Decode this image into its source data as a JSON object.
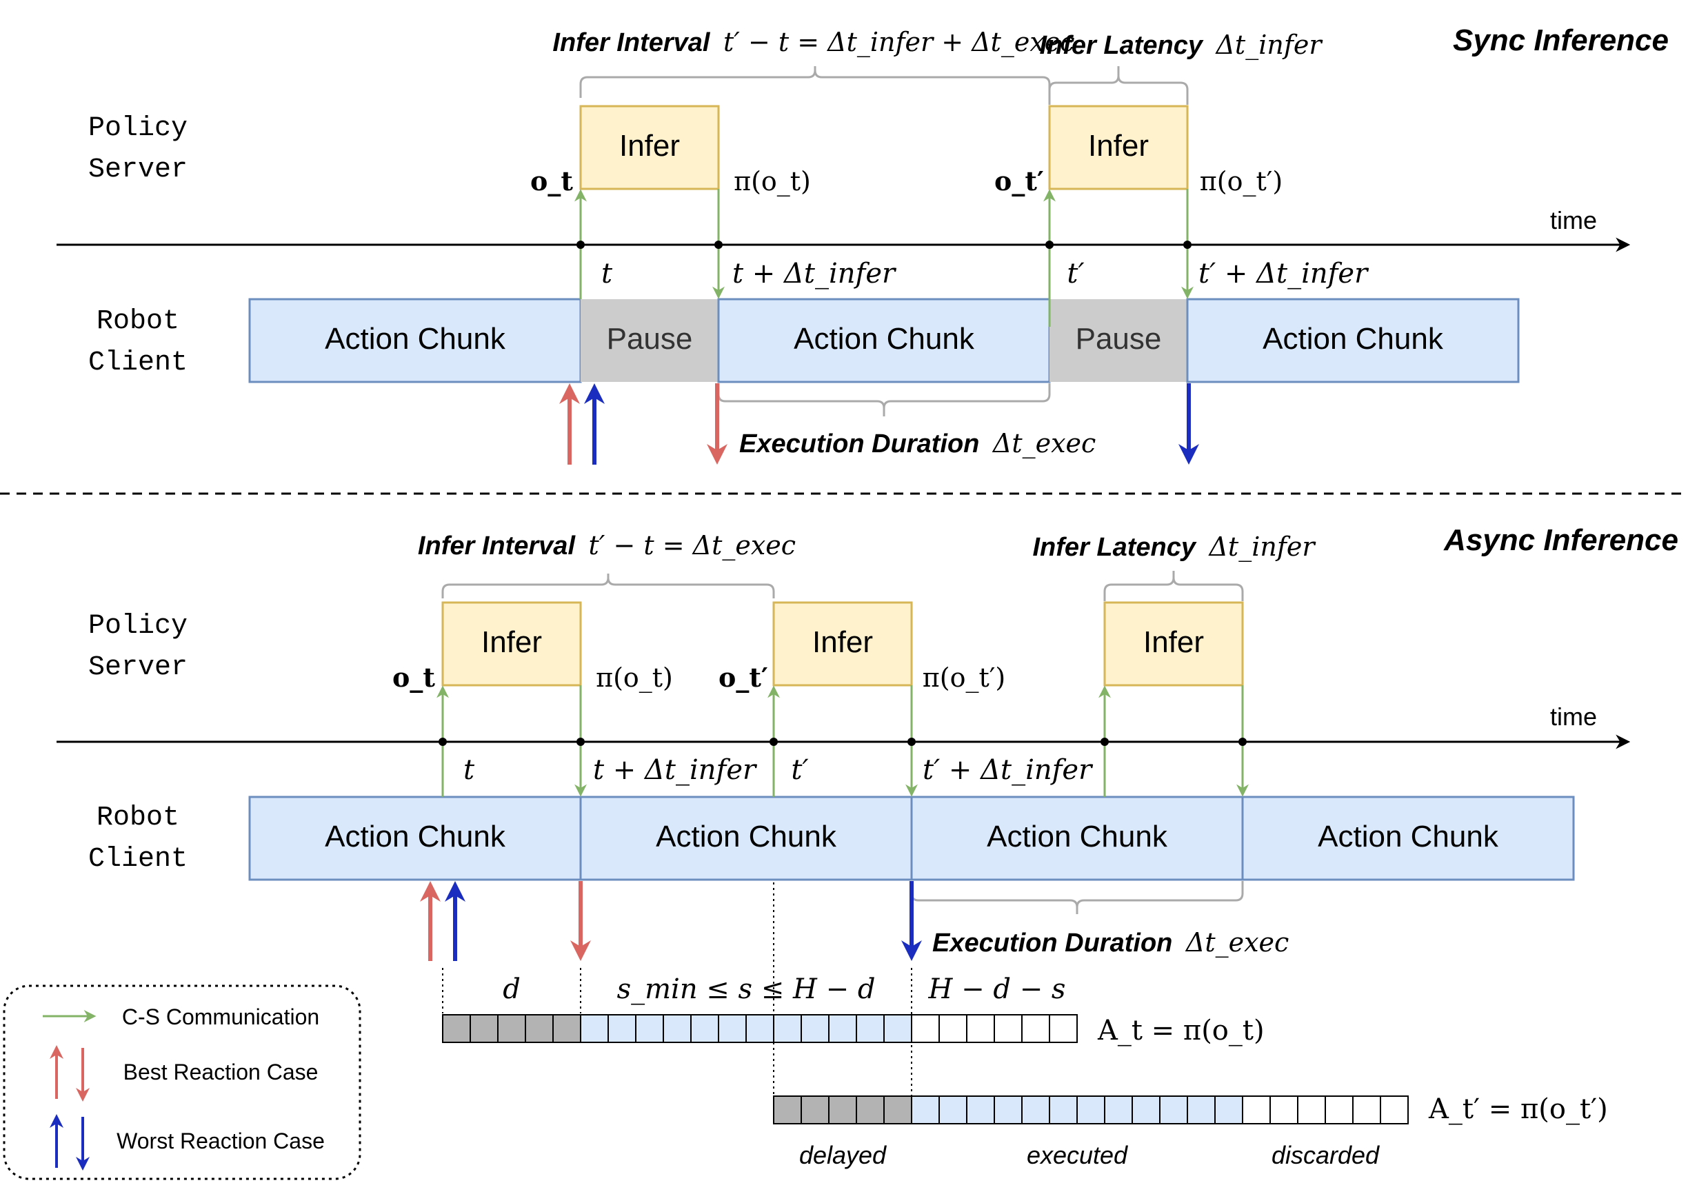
{
  "colors": {
    "action_fill": "#dae8fc",
    "action_stroke": "#6c8ebf",
    "infer_fill": "#fff2cc",
    "infer_stroke": "#d6b656",
    "pause_fill": "#cccccc",
    "comm_green": "#82b366",
    "best_red": "#d96660",
    "worst_blue": "#1a2dbf",
    "brace_gray": "#aaaaaa",
    "cell_gray": "#b3b3b3"
  },
  "sync": {
    "title": "Sync Inference",
    "server_label": [
      "Policy",
      "Server"
    ],
    "client_label": [
      "Robot",
      "Client"
    ],
    "time_label": "time",
    "infer_box_label": "Infer",
    "action_chunk_label": "Action Chunk",
    "pause_label": "Pause",
    "interval_title": "Infer Interval",
    "interval_math": "t′ − t = Δt_infer + Δt_exec",
    "latency_title": "Infer Latency",
    "latency_math": "Δt_infer",
    "exec_title": "Execution Duration",
    "exec_math": "Δt_exec",
    "obs_1": "o_t",
    "pi_1": "π(o_t)",
    "obs_2": "o_t′",
    "pi_2": "π(o_t′)",
    "tick_1": "t",
    "tick_2": "t + Δt_infer",
    "tick_3": "t′",
    "tick_4": "t′ + Δt_infer"
  },
  "async": {
    "title": "Async Inference",
    "server_label": [
      "Policy",
      "Server"
    ],
    "client_label": [
      "Robot",
      "Client"
    ],
    "time_label": "time",
    "infer_box_label": "Infer",
    "action_chunk_label": "Action Chunk",
    "interval_title": "Infer Interval",
    "interval_math": "t′ − t = Δt_exec",
    "latency_title": "Infer Latency",
    "latency_math": "Δt_infer",
    "exec_title": "Execution Duration",
    "exec_math": "Δt_exec",
    "obs_1": "o_t",
    "pi_1": "π(o_t)",
    "obs_2": "o_t′",
    "pi_2": "π(o_t′)",
    "tick_1": "t",
    "tick_2": "t + Δt_infer",
    "tick_3": "t′",
    "tick_4": "t′ + Δt_infer",
    "seg_d": "d",
    "seg_s": "s_min ≤ s ≤ H − d",
    "seg_rest": "H − d − s",
    "chunk_a_label": "A_t = π(o_t)",
    "chunk_b_label": "A_t′ = π(o_t′)",
    "cat_delayed": "delayed",
    "cat_executed": "executed",
    "cat_discarded": "discarded"
  },
  "legend": {
    "comm": "C-S Communication",
    "best": "Best Reaction Case",
    "worst": "Worst Reaction Case"
  }
}
